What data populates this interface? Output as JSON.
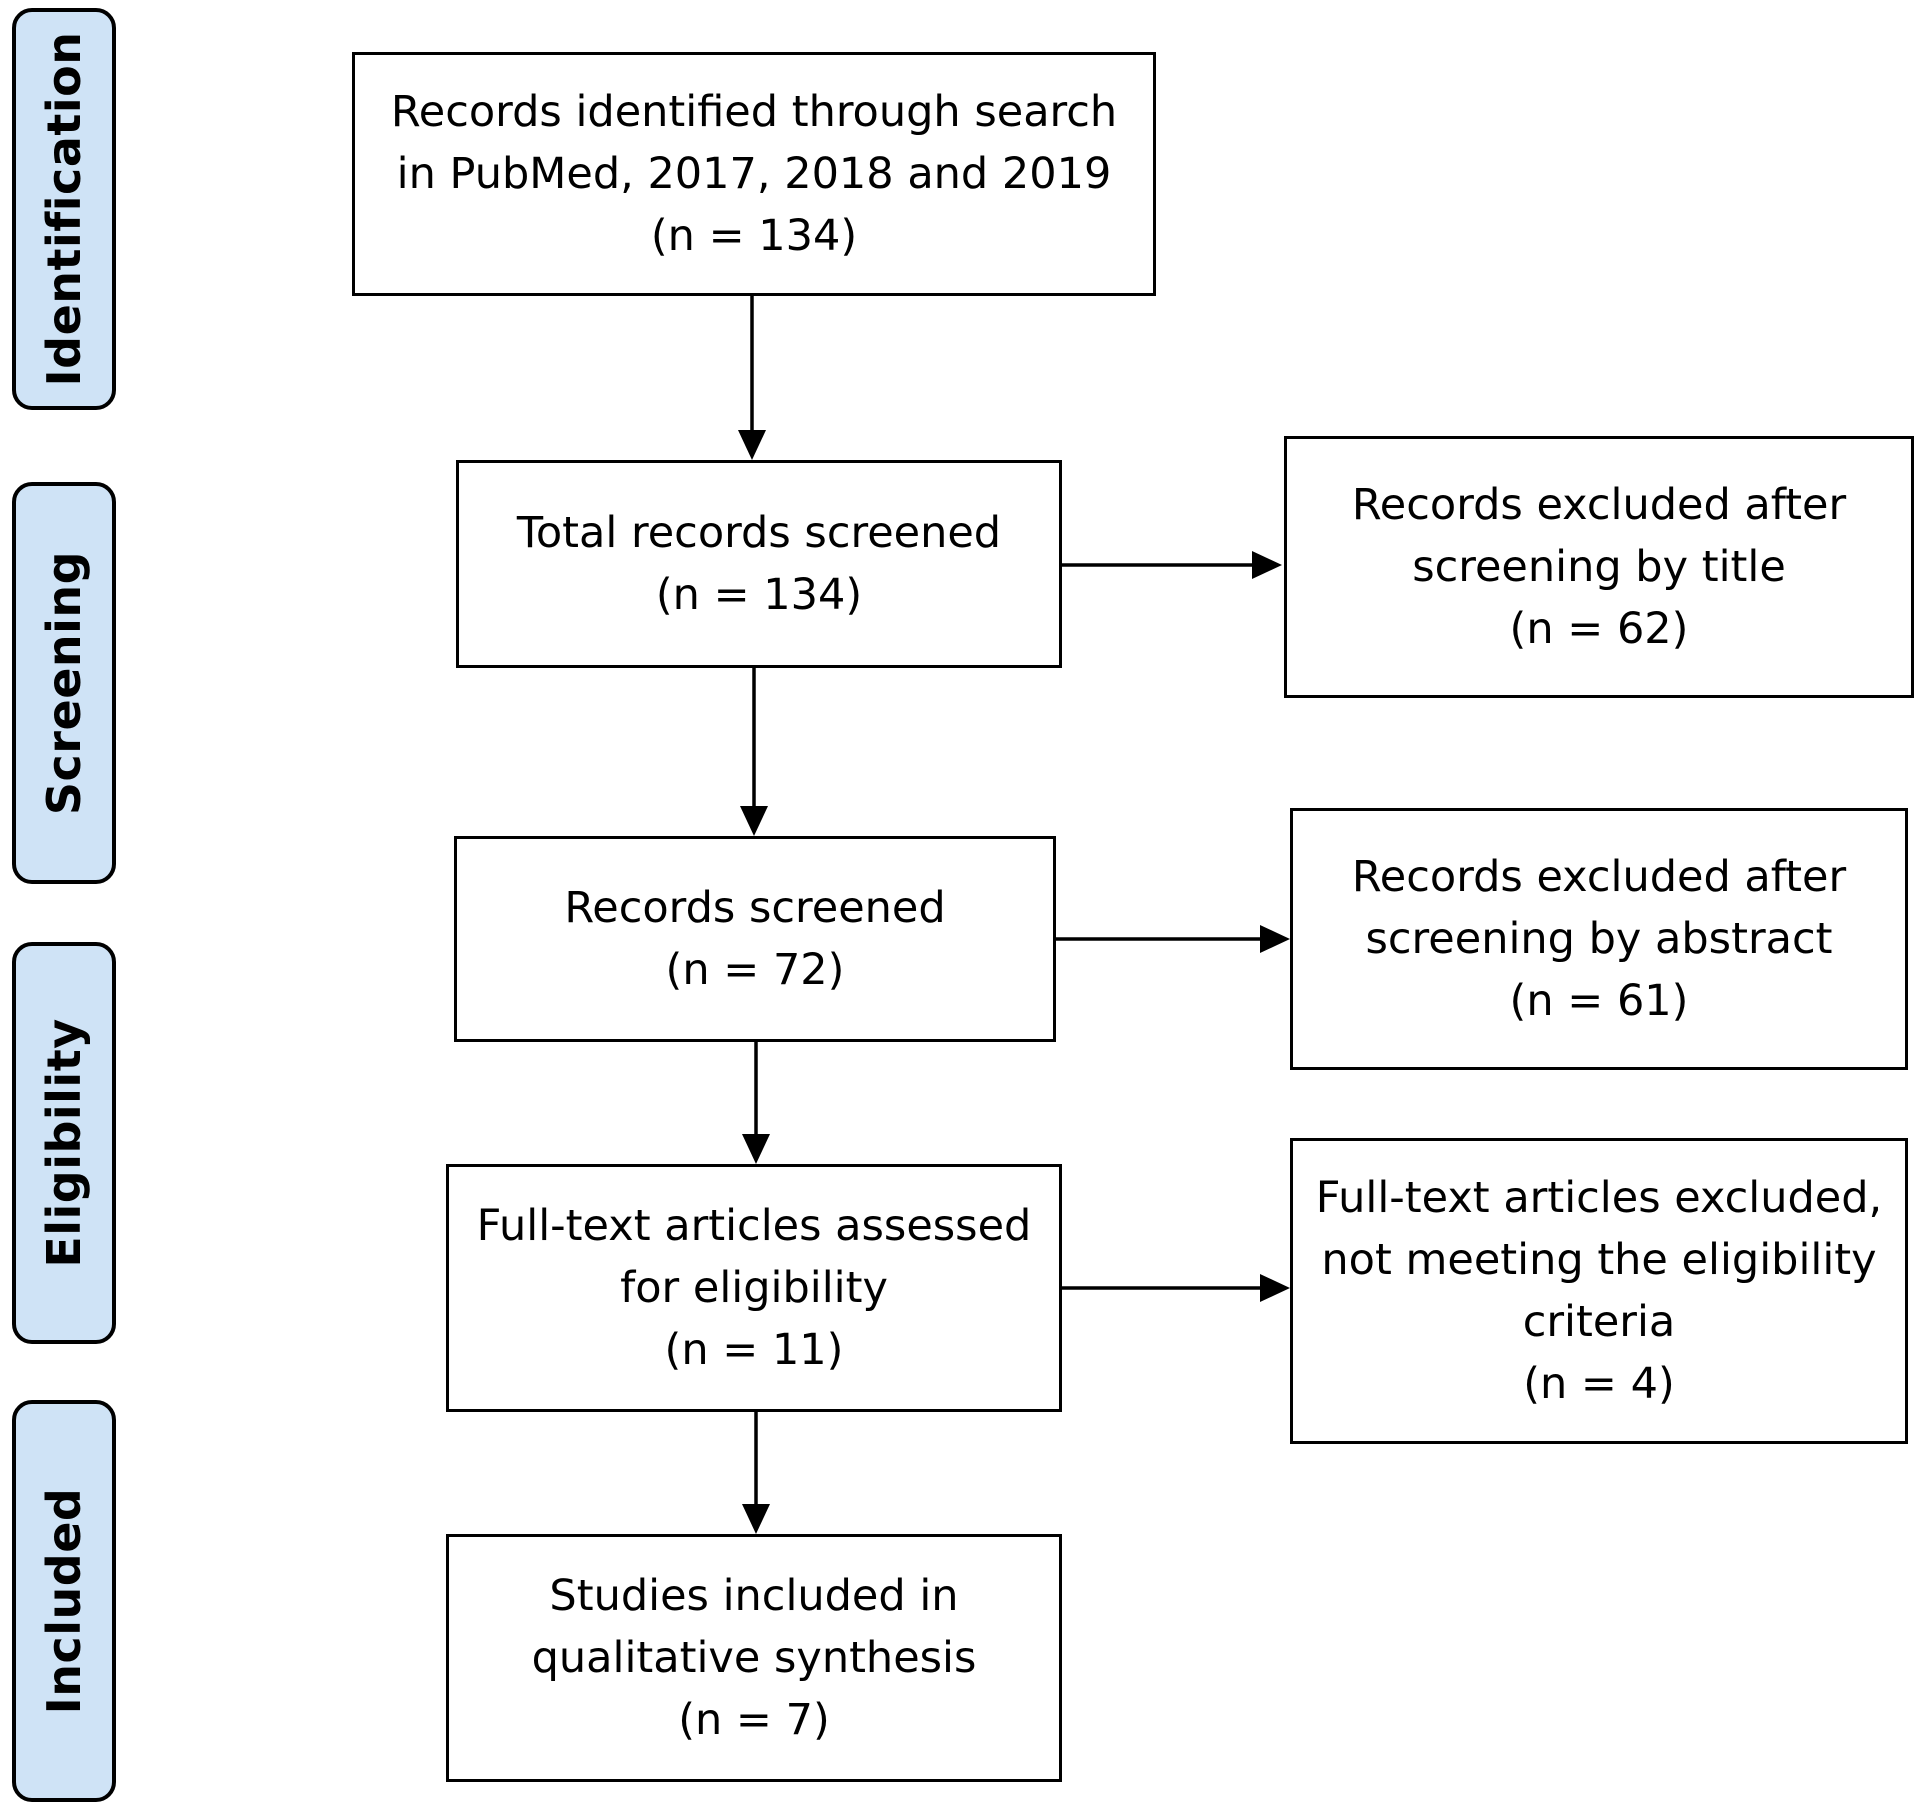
{
  "stages": [
    {
      "id": "identification",
      "label": "Identification"
    },
    {
      "id": "screening",
      "label": "Screening"
    },
    {
      "id": "eligibility",
      "label": "Eligibility"
    },
    {
      "id": "included",
      "label": "Included"
    }
  ],
  "boxes": {
    "identified": {
      "lines": [
        "Records identified through search",
        "in PubMed, 2017, 2018 and 2019",
        "(n = 134)"
      ]
    },
    "total_screened": {
      "lines": [
        "Total records screened",
        "(n = 134)"
      ]
    },
    "excluded_title": {
      "lines": [
        "Records excluded after",
        "screening by title",
        "(n = 62)"
      ]
    },
    "records_screened": {
      "lines": [
        "Records screened",
        "(n = 72)"
      ]
    },
    "excluded_abstract": {
      "lines": [
        "Records excluded after",
        "screening by abstract",
        "(n = 61)"
      ]
    },
    "fulltext_assessed": {
      "lines": [
        "Full-text articles assessed",
        "for eligibility",
        "(n = 11)"
      ]
    },
    "fulltext_excluded": {
      "lines": [
        "Full-text articles excluded,",
        "not meeting the eligibility",
        "criteria",
        "(n = 4)"
      ]
    },
    "included": {
      "lines": [
        "Studies included in",
        "qualitative synthesis",
        "(n = 7)"
      ]
    }
  },
  "colors": {
    "stage_fill": "#cfe3f6",
    "stroke": "#000000"
  }
}
